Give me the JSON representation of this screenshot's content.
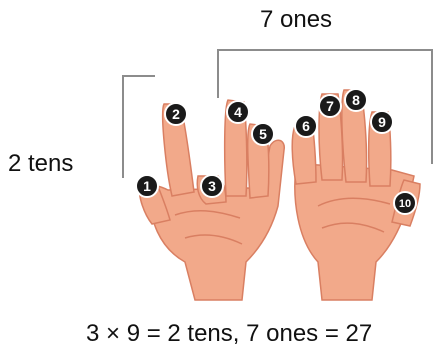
{
  "labels": {
    "ones": "7 ones",
    "tens": "2 tens",
    "equation": "3 × 9 = 2 tens, 7 ones = 27"
  },
  "fingers": {
    "left_hand": [
      "1",
      "2",
      "3",
      "4",
      "5"
    ],
    "right_hand": [
      "6",
      "7",
      "8",
      "9",
      "10"
    ],
    "folded_finger": "3"
  },
  "colors": {
    "skin": "#f2a98a",
    "skin_shadow": "#d97f62",
    "bracket": "#8c8c8c",
    "badge": "#1a1a1a",
    "badge_text": "#ffffff"
  }
}
